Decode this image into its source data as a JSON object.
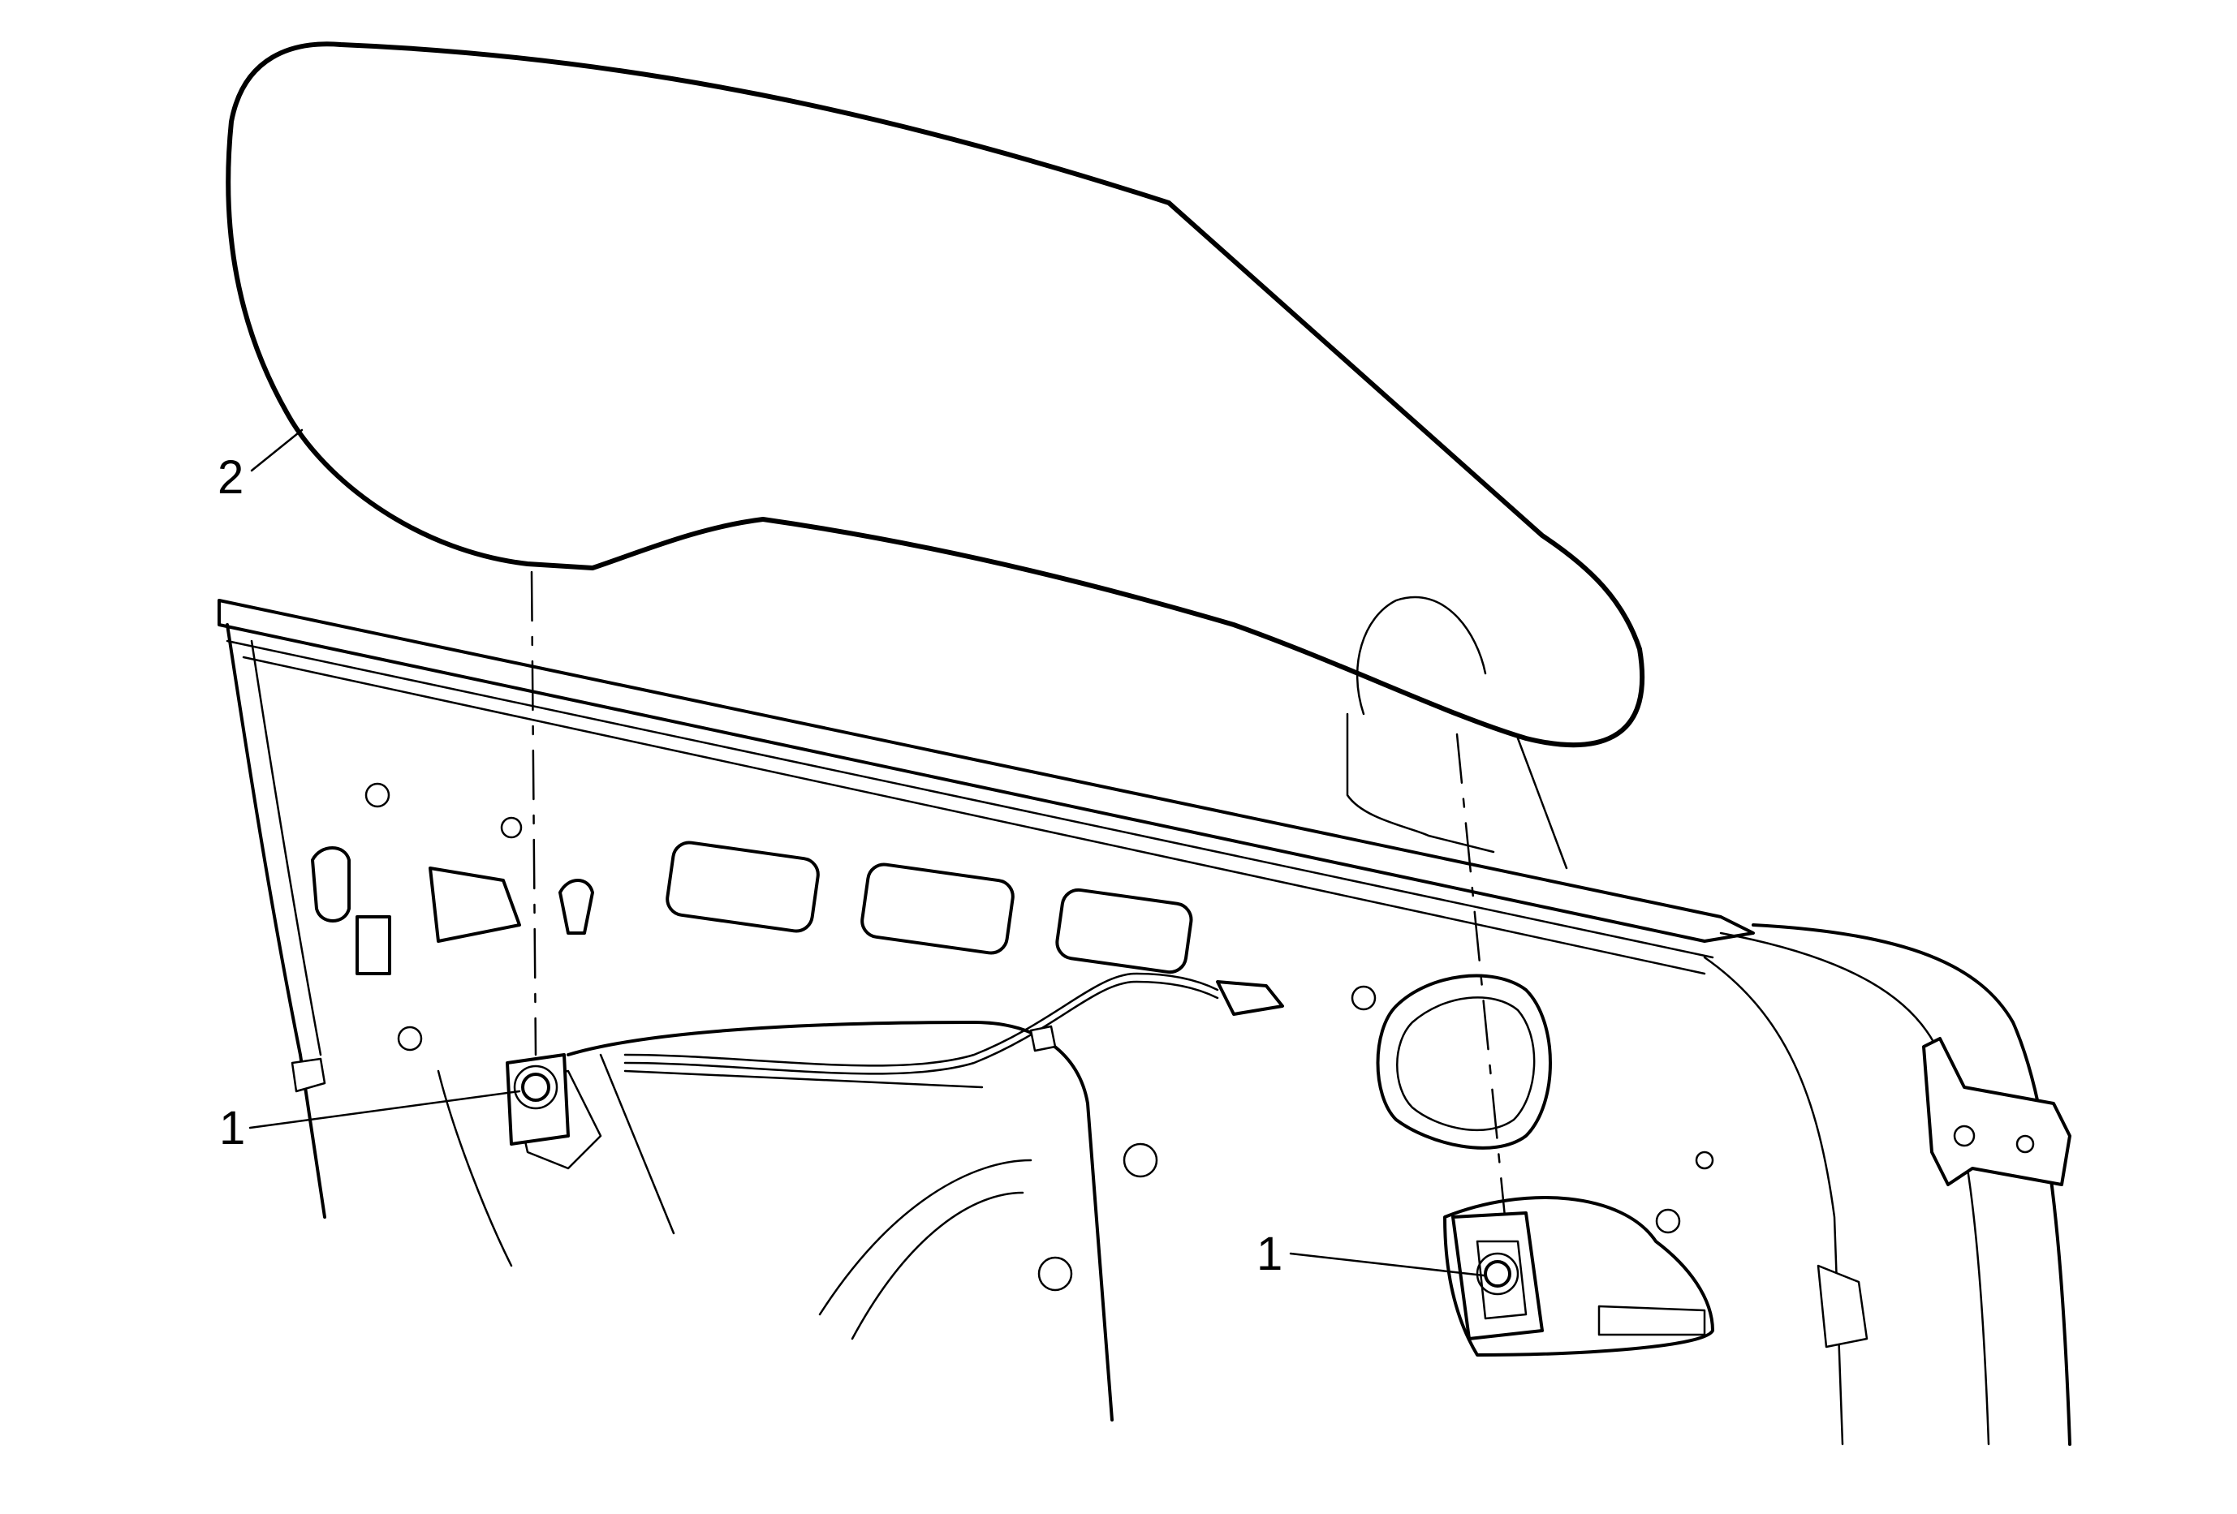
{
  "figure": {
    "callouts": [
      {
        "id": "nut-left",
        "label": "1"
      },
      {
        "id": "glass",
        "label": "2"
      },
      {
        "id": "nut-right",
        "label": "1"
      }
    ]
  }
}
